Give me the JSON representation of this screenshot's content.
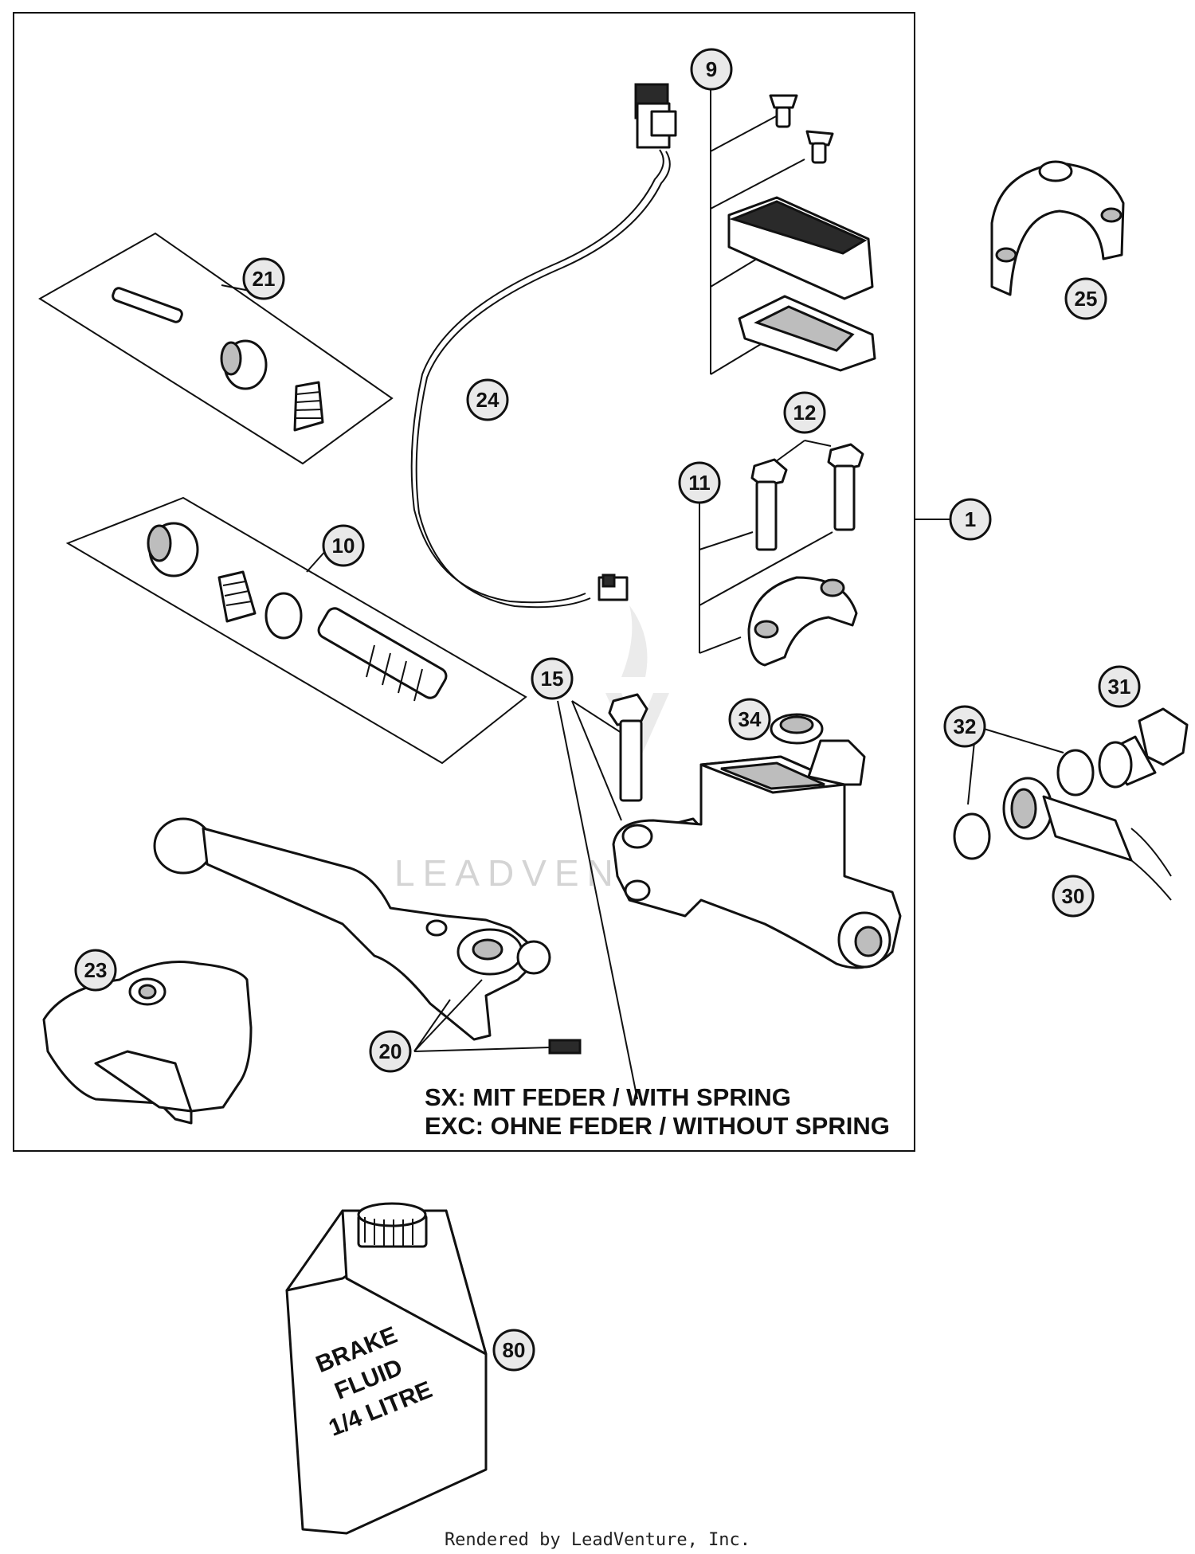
{
  "callouts": [
    "1",
    "9",
    "10",
    "11",
    "12",
    "15",
    "20",
    "21",
    "23",
    "24",
    "25",
    "30",
    "31",
    "32",
    "34",
    "80"
  ],
  "notes": {
    "line1": "SX: MIT FEDER / WITH SPRING",
    "line2": "EXC: OHNE FEDER / WITHOUT SPRING"
  },
  "bottle_label": {
    "line1": "BRAKE",
    "line2": "FLUID",
    "line3": "1/4 LITRE"
  },
  "watermark": "LEADVENTURE",
  "footer": "Rendered by LeadVenture, Inc."
}
